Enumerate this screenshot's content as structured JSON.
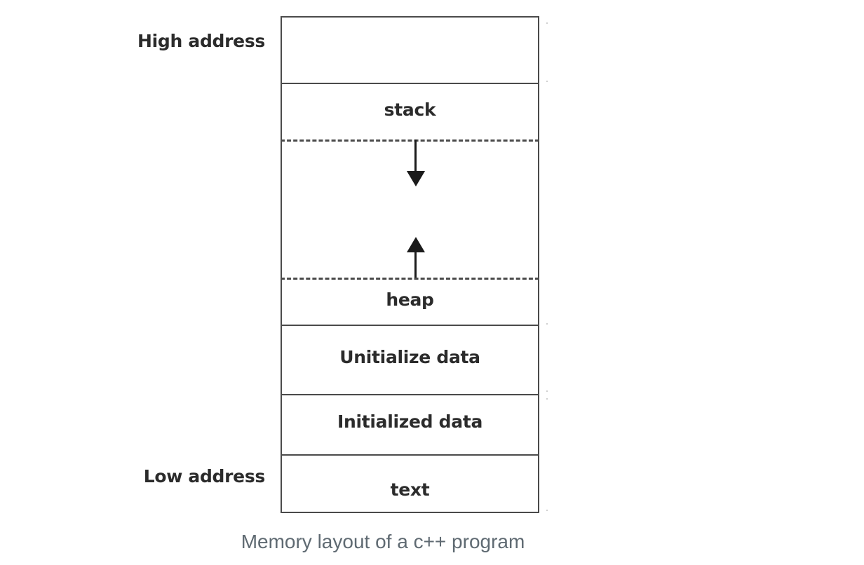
{
  "figure": {
    "caption": "Memory layout of a c++ program",
    "background_color": "#ffffff",
    "line_color": "#4a4a4a",
    "text_color": "#2b2b2b",
    "caption_color": "#5f6a72",
    "arrow_color": "#1b1b1b"
  },
  "address_labels": {
    "high": "High address",
    "low": "Low address"
  },
  "segments": [
    {
      "id": "top-unused",
      "label": ""
    },
    {
      "id": "stack",
      "label": "stack"
    },
    {
      "id": "growth-gap",
      "label": ""
    },
    {
      "id": "heap",
      "label": "heap"
    },
    {
      "id": "uninitialized",
      "label": "Unitialize data"
    },
    {
      "id": "initialized",
      "label": "Initialized data"
    },
    {
      "id": "text",
      "label": "text"
    }
  ],
  "arrows": [
    {
      "id": "stack-grows-down",
      "direction": "down"
    },
    {
      "id": "heap-grows-up",
      "direction": "up"
    }
  ]
}
